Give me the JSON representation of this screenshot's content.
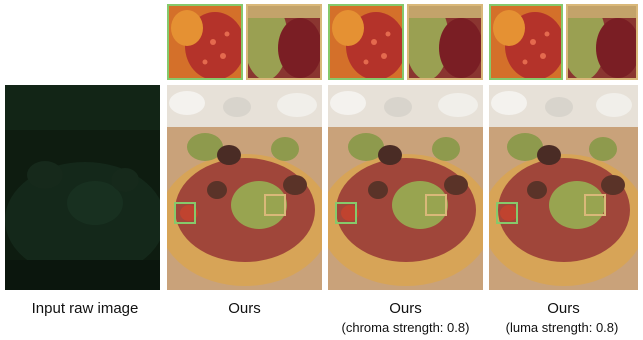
{
  "panels": [
    {
      "caption": "Input raw image",
      "subcaption": ""
    },
    {
      "caption": "Ours",
      "subcaption": ""
    },
    {
      "caption": "Ours",
      "subcaption": "(chroma strength: 0.8)"
    },
    {
      "caption": "Ours",
      "subcaption": "(luma strength: 0.8)"
    }
  ],
  "colors": {
    "box_green": "#86c96b",
    "box_tan": "#d9b879",
    "raw_tint": "#0f1f12"
  }
}
